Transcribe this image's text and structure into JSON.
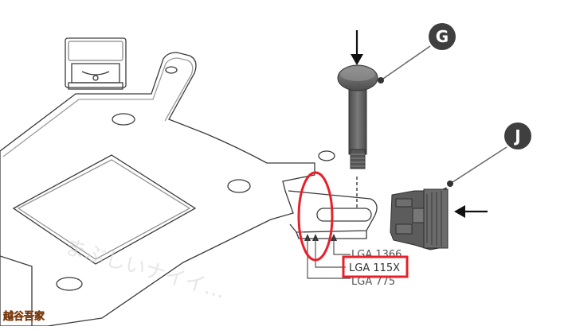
{
  "callouts": {
    "g": "G",
    "j": "J"
  },
  "socket_labels": {
    "lga1366": "LGA 1366",
    "lga115x": "LGA 115X",
    "lga775": "LGA 775"
  },
  "watermark": {
    "text": "まぶしいナイイ…",
    "corner": "越谷吾家"
  },
  "colors": {
    "outline": "#3a3a3a",
    "part_dark": "#5a5a5a",
    "callout_bg": "#3f3f3f",
    "highlight": "#e8202a"
  }
}
